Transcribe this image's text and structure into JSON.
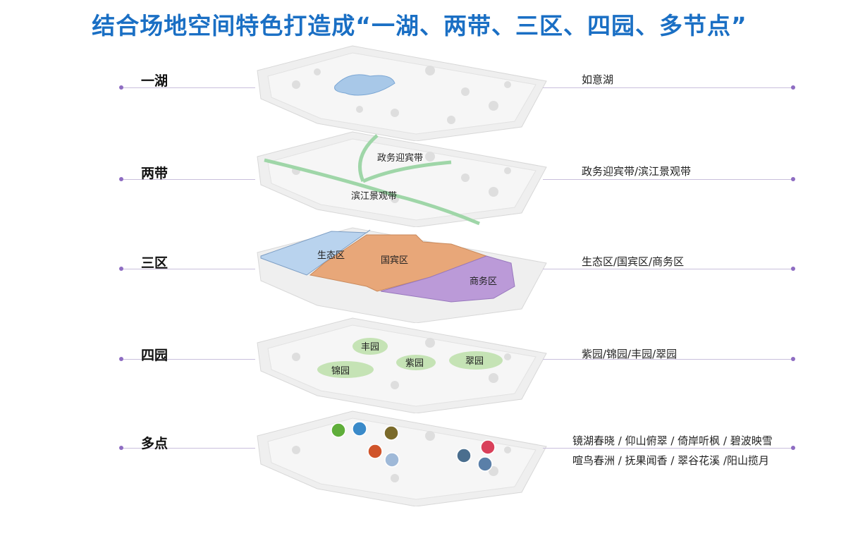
{
  "title": "结合场地空间特色打造成“一湖、两带、三区、四园、多节点”",
  "colors": {
    "title": "#1a6fc4",
    "lake": "#a8c8e8",
    "belt": "#9fd6a8",
    "eco_zone": "#b9d3ee",
    "guest_zone": "#e8a779",
    "business_zone": "#bb9ad8",
    "garden": "#c5e3b5",
    "line_dot": "#8e6cc2"
  },
  "layers": [
    {
      "name": "一湖",
      "description": "如意湖",
      "map_labels": []
    },
    {
      "name": "两带",
      "description": "政务迎宾带/滨江景观带",
      "map_labels": [
        "政务迎宾带",
        "滨江景观带"
      ]
    },
    {
      "name": "三区",
      "description": "生态区/国宾区/商务区",
      "map_labels": [
        "生态区",
        "国宾区",
        "商务区"
      ]
    },
    {
      "name": "四园",
      "description": "紫园/锦园/丰园/翠园",
      "map_labels": [
        "丰园",
        "锦园",
        "紫园",
        "翠园"
      ]
    },
    {
      "name": "多点",
      "description_lines": [
        "镜湖春晓 / 仰山俯翠 / 倚岸听枫 / 碧波映雪",
        "喧鸟春洲 / 抚果闻香 / 翠谷花溪 /阳山揽月"
      ],
      "map_labels": []
    }
  ]
}
